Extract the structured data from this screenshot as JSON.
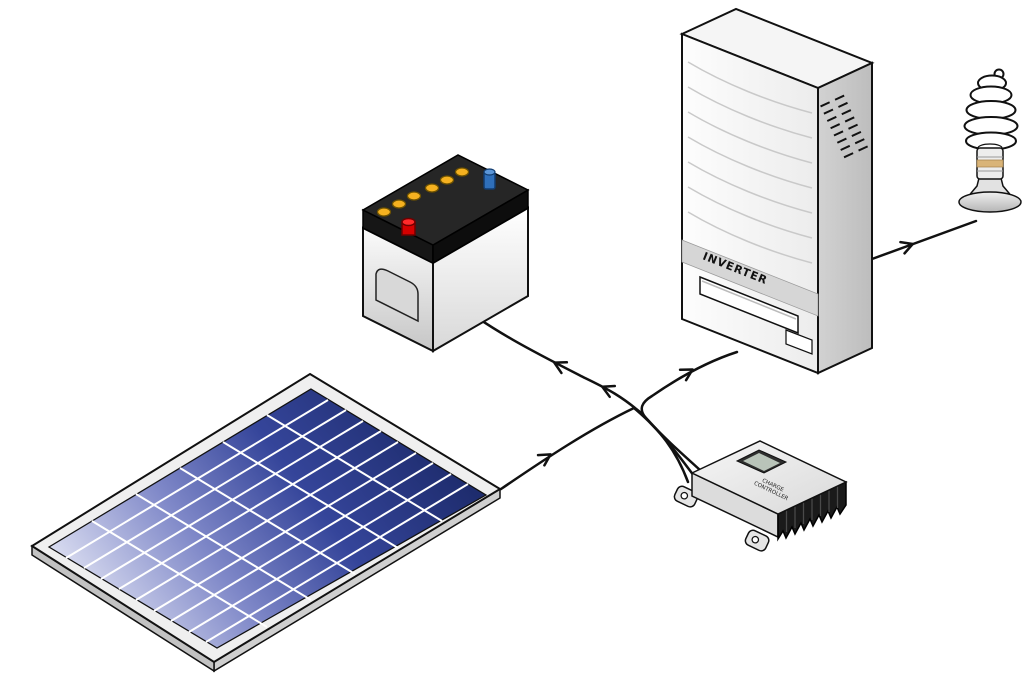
{
  "labels": {
    "inverter": "INVERTER",
    "controller_line1": "CHARGE",
    "controller_line2": "CONTROLLER"
  },
  "components": [
    "solar-panel",
    "battery",
    "charge-controller",
    "inverter",
    "cfl-light-bulb"
  ],
  "connections": [
    {
      "from": "solar-panel",
      "to": "charge-controller",
      "arrows": 1
    },
    {
      "from": "charge-controller",
      "to": "battery",
      "arrows": 2
    },
    {
      "from": "charge-controller",
      "to": "inverter",
      "arrows": 1
    },
    {
      "from": "inverter",
      "to": "cfl-light-bulb",
      "arrows": 1
    }
  ],
  "colors": {
    "background": "#ffffff",
    "outline": "#111111",
    "wire": "#111111",
    "panel_cell_dark": "#1c2a6a",
    "panel_cell_mid": "#35459a",
    "panel_cell_soft": "#7f88c8",
    "panel_cell_light": "#d9dcf0",
    "battery_positive_terminal": "#d40000",
    "battery_negative_terminal": "#2f6fba",
    "battery_vent_cap": "#f5b120",
    "heatsink": "#1a1a1a"
  }
}
